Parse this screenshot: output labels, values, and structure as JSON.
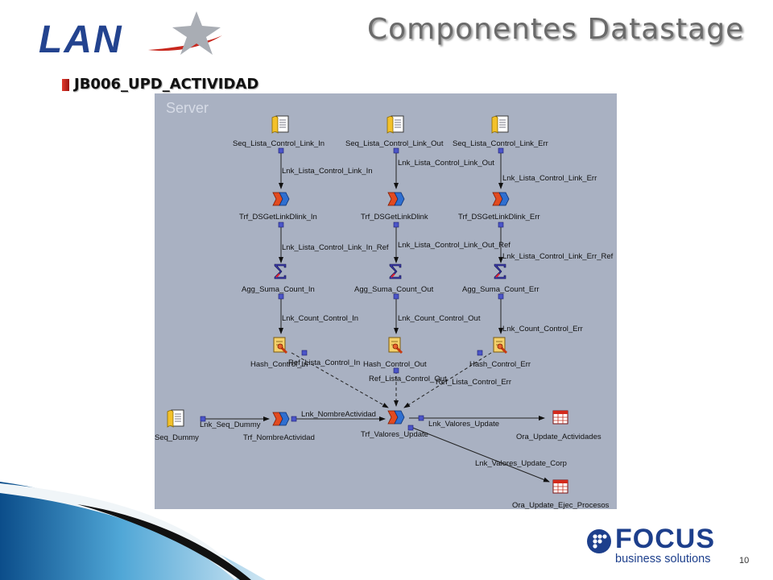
{
  "slide": {
    "title": "Componentes Datastage",
    "subtitle": "JB006_UPD_ACTIVIDAD",
    "page_number": "10"
  },
  "branding": {
    "lan_logo_text": "LAN",
    "focus_name": "FOCUS",
    "focus_tagline": "business solutions",
    "brand_blue": "#23438f",
    "bullet_red": "#c8281e"
  },
  "canvas": {
    "label": "Server",
    "background": "#a9b1c2"
  },
  "stages": {
    "seq_in": "Seq_Lista_Control_Link_In",
    "seq_out": "Seq_Lista_Control_Link_Out",
    "seq_err": "Seq_Lista_Control_Link_Err",
    "trf_in": "Trf_DSGetLinkDlink_In",
    "trf_mid": "Trf_DSGetLinkDlink",
    "trf_err": "Trf_DSGetLinkDlink_Err",
    "agg_in": "Agg_Suma_Count_In",
    "agg_out": "Agg_Suma_Count_Out",
    "agg_err": "Agg_Suma_Count_Err",
    "hash_in": "Hash_Control_In",
    "hash_out": "Hash_Control_Out",
    "hash_err": "Hash_Control_Err",
    "seq_dummy": "Seq_Dummy",
    "trf_nombre": "Trf_NombreActividad",
    "trf_valores": "Trf_Valores_Update",
    "ora_act": "Ora_Update_Actividades",
    "ora_ejec": "Ora_Update_Ejec_Procesos"
  },
  "links": {
    "l_in1": "Lnk_Lista_Control_Link_In",
    "l_out1": "Lnk_Lista_Control_Link_Out",
    "l_err1": "Lnk_Lista_Control_Link_Err",
    "l_in2": "Lnk_Lista_Control_Link_In_Ref",
    "l_out2": "Lnk_Lista_Control_Link_Out_Ref",
    "l_err2": "Lnk_Lista_Control_Link_Err_Ref",
    "l_in3": "Lnk_Count_Control_In",
    "l_out3": "Lnk_Count_Control_Out",
    "l_err3": "Lnk_Count_Control_Err",
    "r_in": "Ref_Lista_Control_In",
    "r_out": "Ref_Lista_Control_Out",
    "r_err": "Ref_Lista_Control_Err",
    "l_dummy": "Lnk_Seq_Dummy",
    "l_nombre": "Lnk_NombreActividad",
    "l_valores": "Lnk_Valores_Update",
    "l_corp": "Lnk_Valores_Update_Corp"
  }
}
